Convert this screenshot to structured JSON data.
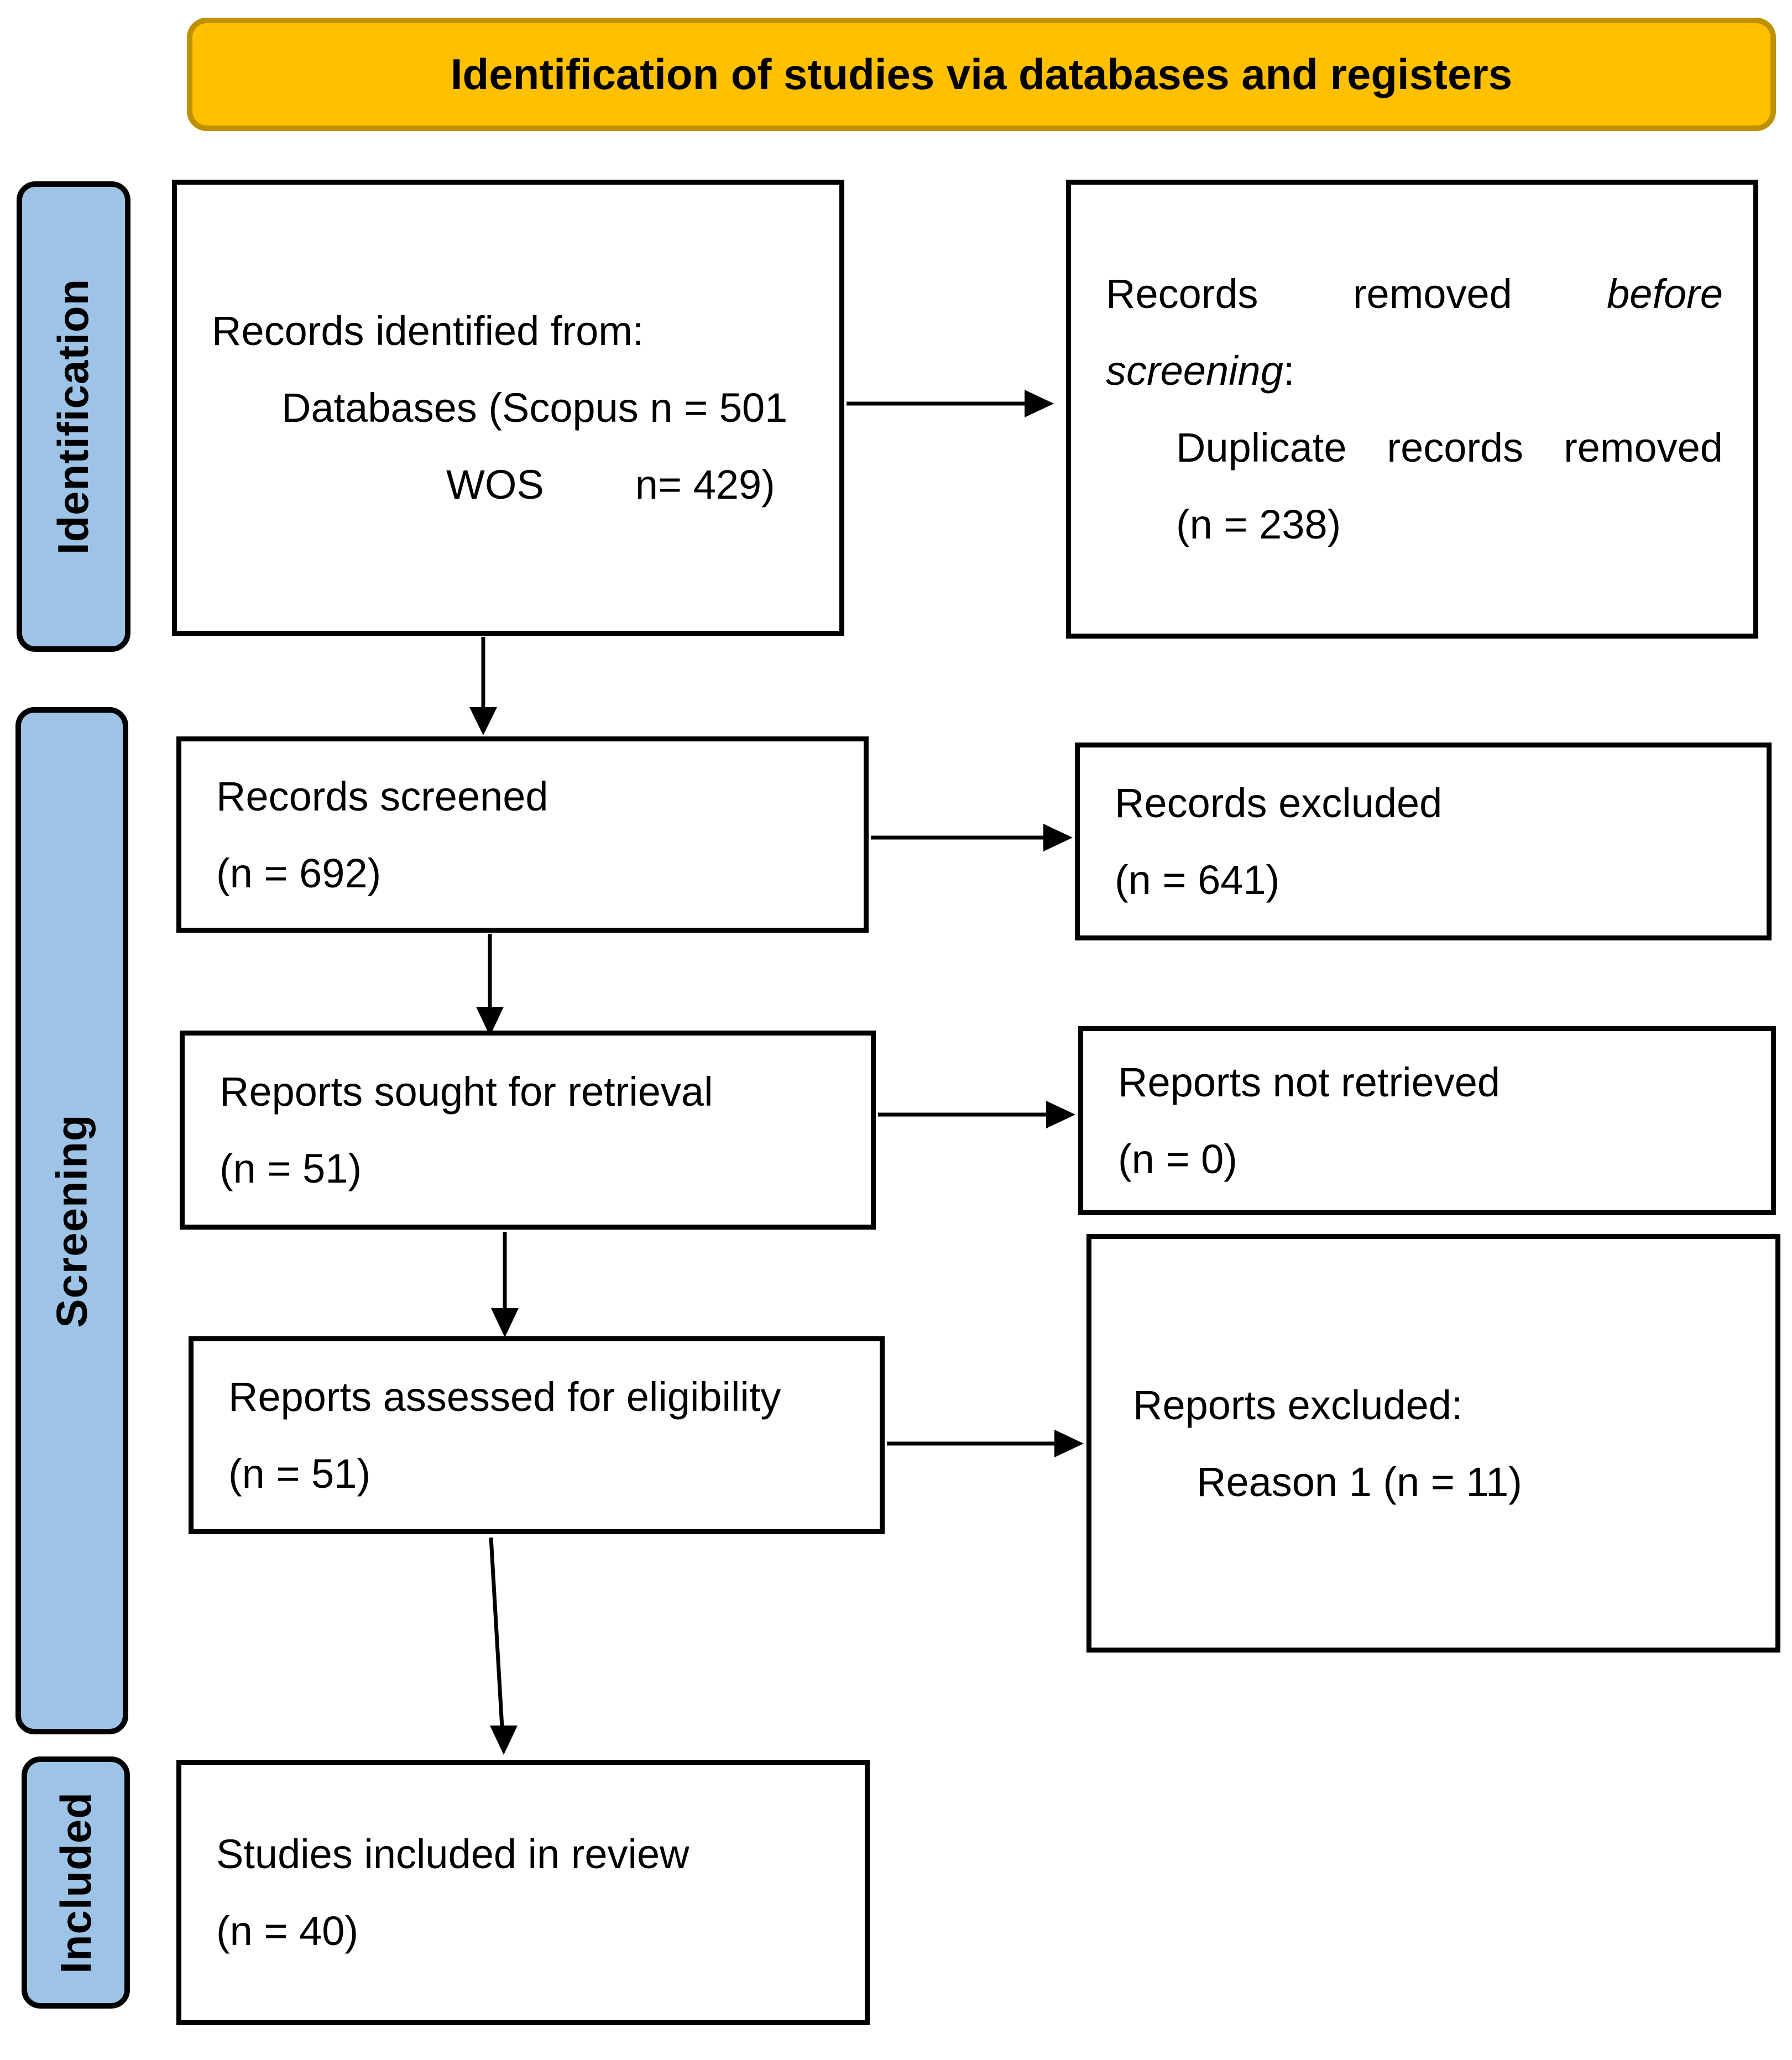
{
  "title": "Identification of studies via databases and registers",
  "stages": {
    "identification": "Identification",
    "screening": "Screening",
    "included": "Included"
  },
  "boxes": {
    "records_identified": {
      "line1": "Records identified from:",
      "line2": "Databases (Scopus n = 501",
      "line3_source": "WOS",
      "line3_count": "n= 429)"
    },
    "records_removed": {
      "line1_word1": "Records",
      "line1_word2": "removed",
      "line1_word3_italic": "before",
      "line2_italic": "screening",
      "line2_suffix": ":",
      "line3_word1": "Duplicate",
      "line3_word2": "records",
      "line3_word3": "removed",
      "line4": "(n = 238)"
    },
    "records_screened": {
      "line1": "Records screened",
      "line2": "(n = 692)"
    },
    "records_excluded": {
      "line1": "Records excluded",
      "line2": "(n = 641)"
    },
    "reports_sought": {
      "line1": "Reports sought for retrieval",
      "line2": "(n = 51)"
    },
    "reports_not_retrieved": {
      "line1": "Reports not retrieved",
      "line2": "(n = 0)"
    },
    "reports_assessed": {
      "line1": "Reports assessed for eligibility",
      "line2": "(n = 51)"
    },
    "reports_excluded": {
      "line1": "Reports excluded:",
      "line2": "Reason 1 (n = 11)"
    },
    "studies_included": {
      "line1": "Studies included in review",
      "line2": "(n = 40)"
    }
  },
  "colors": {
    "banner_fill": "#FFC000",
    "banner_border": "#BF9000",
    "stage_fill": "#9DC3E6",
    "outline": "#000000",
    "box_background": "#FFFFFF"
  }
}
